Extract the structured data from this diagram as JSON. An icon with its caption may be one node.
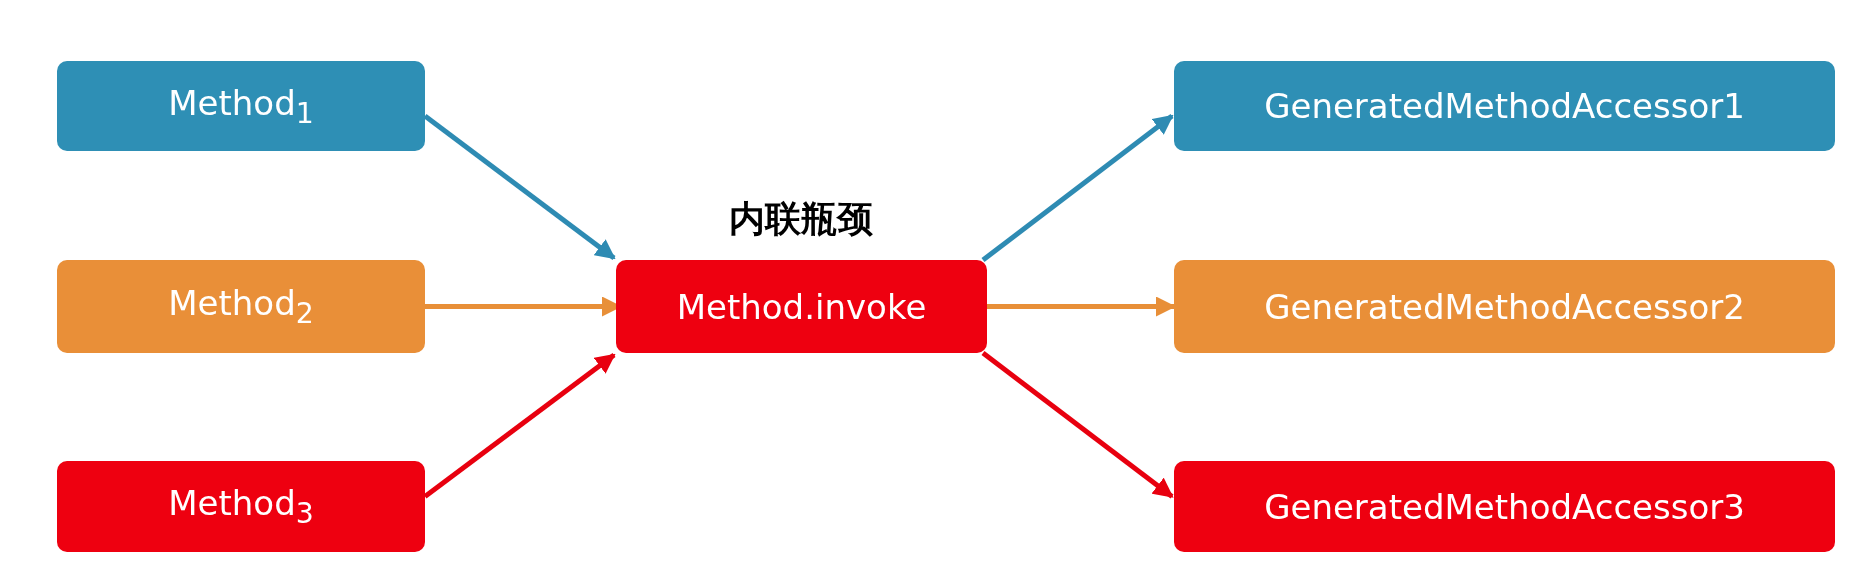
{
  "diagram": {
    "nodes": [
      {
        "text": [
          "Method$_{1}$"
        ]
      },
      {
        "text": [
          "Method$_{2}$"
        ]
      },
      {
        "text": [
          "Method$_{3}$"
        ]
      },
      {
        "text": [
          "Method.invoke"
        ],
        "beside": [
          "内联瓶颈"
        ]
      },
      {
        "text": [
          "GeneratedMethodAccessor1"
        ]
      },
      {
        "text": [
          "GeneratedMethodAccessor2"
        ]
      },
      {
        "text": [
          "GeneratedMethodAccessor3"
        ]
      }
    ],
    "edges": [
      {
        "from": 0,
        "to": 3,
        "arrow": "to",
        "color": "#2e8bb3"
      },
      {
        "from": 1,
        "to": 3,
        "arrow": "to",
        "color": "#e88f38"
      },
      {
        "from": 2,
        "to": 3,
        "arrow": "to",
        "color": "#e8000f"
      },
      {
        "from": 3,
        "to": 4,
        "arrow": "to",
        "color": "#2e8bb3"
      },
      {
        "from": 3,
        "to": 5,
        "arrow": "to",
        "color": "#e88f38"
      },
      {
        "from": 3,
        "to": 6,
        "arrow": "to",
        "color": "#e8000f"
      }
    ]
  }
}
